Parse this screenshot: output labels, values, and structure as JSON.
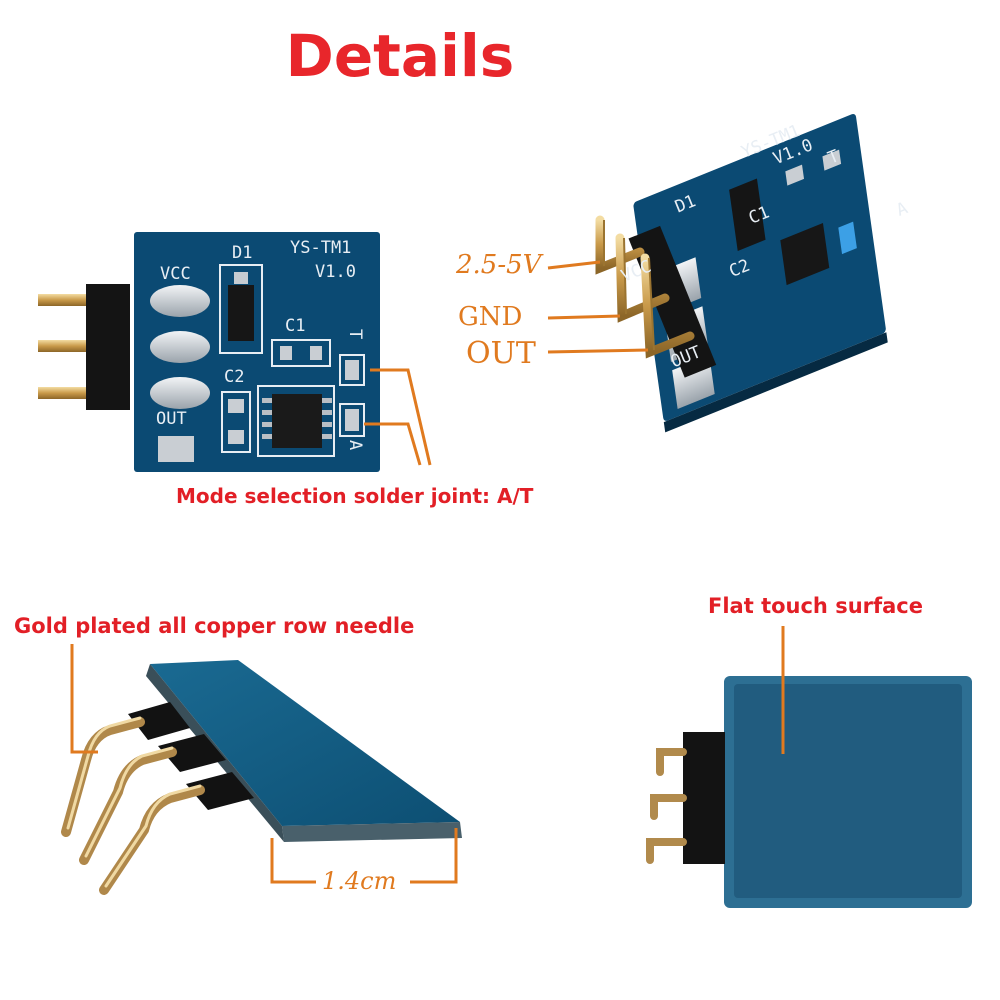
{
  "title": "Details",
  "panel1": {
    "board_text": "YS-TM1",
    "version_text": "V1.0",
    "vcc": "VCC",
    "d1": "D1",
    "c1": "C1",
    "c2": "C2",
    "t": "T",
    "a": "A",
    "out": "OUT",
    "callout": "Mode selection solder joint: A/T"
  },
  "panel2": {
    "voltage": "2.5-5V",
    "gnd": "GND",
    "out": "OUT",
    "board_text": "YS-TM1",
    "version_text": "V1.0",
    "vcc": "VCC",
    "d1": "D1",
    "c1": "C1",
    "c2": "C2",
    "out_silk": "OUT",
    "t": "T",
    "a": "A"
  },
  "panel3": {
    "callout": "Gold plated all copper row needle",
    "dimension": "1.4cm"
  },
  "panel4": {
    "callout": "Flat touch surface"
  },
  "colors": {
    "pcb": "#0b4a73",
    "callout_red": "#e21f26",
    "leader_orange": "#e07a1f"
  }
}
